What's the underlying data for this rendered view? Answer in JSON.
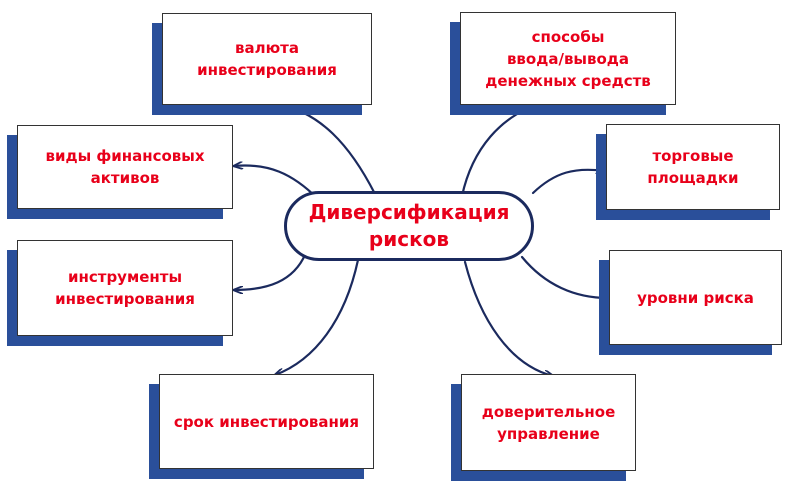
{
  "center": {
    "label": "Диверсификация\nрисков"
  },
  "nodes": {
    "currency": "валюта\nинвестирования",
    "asset_types": "виды финансовых\nактивов",
    "instruments": "инструменты\nинвестирования",
    "term": "срок инвестирования",
    "io_methods": "способы\nввода/вывода\nденежных средств",
    "trading_platforms": "торговые\nплощадки",
    "risk_levels": "уровни риска",
    "trust_management": "доверительное\nуправление"
  },
  "colors": {
    "text": "#e8001a",
    "shadow": "#2a4f9a",
    "connector": "#1b2a5e"
  }
}
